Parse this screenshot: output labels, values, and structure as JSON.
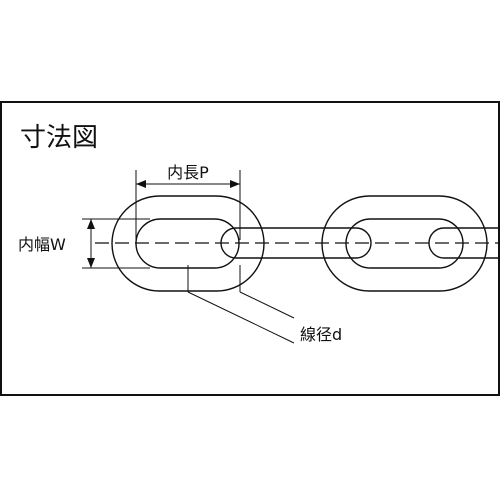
{
  "title": "寸法図",
  "labels": {
    "inner_length": "内長P",
    "inner_width": "内幅W",
    "wire_diameter": "線径d"
  },
  "colors": {
    "line": "#111111",
    "background": "#ffffff"
  }
}
